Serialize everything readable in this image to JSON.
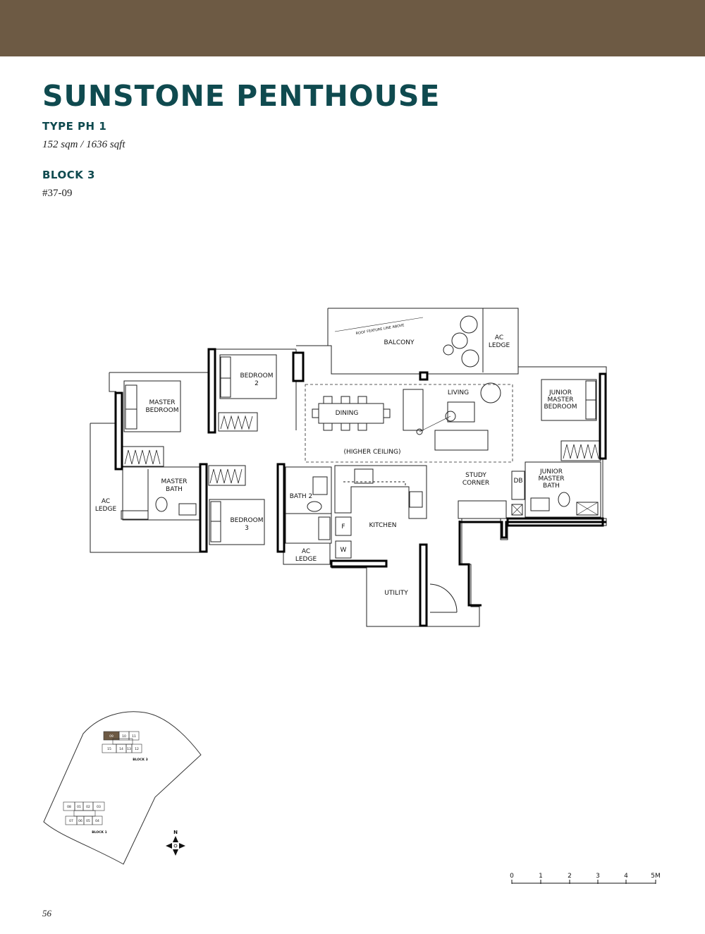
{
  "header": {
    "band_color": "#6d5a44"
  },
  "title": "SUNSTONE PENTHOUSE",
  "unit_type": "TYPE PH 1",
  "area": "152 sqm / 1636 sqft",
  "block": "BLOCK 3",
  "unit_number": "#37-09",
  "colors": {
    "heading": "#0f4a4f",
    "highlight_unit": "#6d5a44"
  },
  "floorplan": {
    "rooms": {
      "balcony": "BALCONY",
      "ac_ledge_top_1": "AC",
      "ac_ledge_top_2": "LEDGE",
      "roof_feature": "ROOF FEATURE LINE ABOVE",
      "bedroom2_1": "BEDROOM",
      "bedroom2_2": "2",
      "master_bedroom_1": "MASTER",
      "master_bedroom_2": "BEDROOM",
      "living": "LIVING",
      "dining": "DINING",
      "higher_ceiling": "(HIGHER CEILING)",
      "junior_master_bedroom_1": "JUNIOR",
      "junior_master_bedroom_2": "MASTER",
      "junior_master_bedroom_3": "BEDROOM",
      "master_bath_1": "MASTER",
      "master_bath_2": "BATH",
      "ac_ledge_left_1": "AC",
      "ac_ledge_left_2": "LEDGE",
      "bedroom3_1": "BEDROOM",
      "bedroom3_2": "3",
      "bath2": "BATH 2",
      "kitchen": "KITCHEN",
      "fridge": "F",
      "washer": "W",
      "ac_ledge_bottom_1": "AC",
      "ac_ledge_bottom_2": "LEDGE",
      "utility": "UTILITY",
      "study_corner_1": "STUDY",
      "study_corner_2": "CORNER",
      "db": "DB",
      "junior_master_bath_1": "JUNIOR",
      "junior_master_bath_2": "MASTER",
      "junior_master_bath_3": "BATH"
    }
  },
  "site_plan": {
    "block3": {
      "label": "BLOCK 3",
      "units": [
        "09",
        "10",
        "11",
        "15",
        "14",
        "13",
        "12"
      ]
    },
    "block1": {
      "label": "BLOCK 1",
      "units": [
        "08",
        "01",
        "02",
        "03",
        "07",
        "06",
        "05",
        "04"
      ]
    },
    "north": "N"
  },
  "scale_bar": {
    "ticks": [
      "0",
      "1",
      "2",
      "3",
      "4",
      "5M"
    ]
  },
  "page_number": "56"
}
